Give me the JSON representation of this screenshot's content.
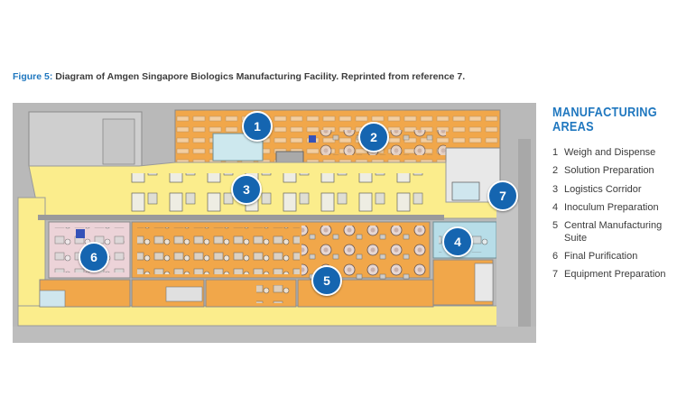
{
  "caption": {
    "label": "Figure 5:",
    "text": "Diagram of Amgen Singapore Biologics Manufacturing Facility. Reprinted from reference 7."
  },
  "legend": {
    "title_line1": "MANUFACTURING",
    "title_line2": "AREAS",
    "items": [
      {
        "number": "1",
        "label": "Weigh and Dispense"
      },
      {
        "number": "2",
        "label": "Solution Preparation"
      },
      {
        "number": "3",
        "label": "Logistics Corridor"
      },
      {
        "number": "4",
        "label": "Inoculum Preparation"
      },
      {
        "number": "5",
        "label": "Central Manufacturing Suite"
      },
      {
        "number": "6",
        "label": "Final Purification"
      },
      {
        "number": "7",
        "label": "Equipment Preparation"
      }
    ]
  },
  "markers": [
    "1",
    "2",
    "3",
    "4",
    "5",
    "6",
    "7"
  ],
  "colors": {
    "marker_fill": "#1565b0",
    "caption_label": "#1f77bf",
    "legend_title": "#1f77bf",
    "floor_orange": "#f1a74a",
    "corridor_yellow": "#fbed8c",
    "wall_gray": "#b8b8b8",
    "purification_pink": "#ecd3d8",
    "inoculum_blue": "#b7dde8"
  }
}
